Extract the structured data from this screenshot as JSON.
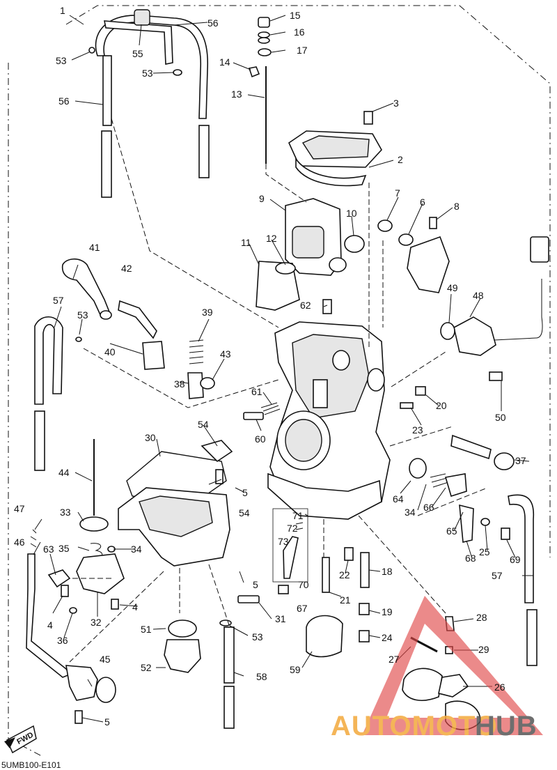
{
  "diagram_code": "5UMB100-E101",
  "direction_badge": "FWD",
  "watermark": {
    "text_a": "AUTOMOTO",
    "text_b": "HUB",
    "color_a": "#f3a93c",
    "color_b": "#555555",
    "triangle_color": "#e04848"
  },
  "callouts": {
    "c1": "1",
    "c2": "2",
    "c3": "3",
    "c4a": "4",
    "c4b": "4",
    "c5a": "5",
    "c5b": "5",
    "c5c": "5",
    "c6": "6",
    "c7": "7",
    "c8": "8",
    "c9": "9",
    "c10": "10",
    "c11": "11",
    "c12": "12",
    "c13": "13",
    "c14": "14",
    "c15": "15",
    "c16": "16",
    "c17": "17",
    "c18": "18",
    "c19": "19",
    "c20": "20",
    "c21": "21",
    "c22": "22",
    "c23": "23",
    "c24": "24",
    "c25": "25",
    "c26": "26",
    "c27": "27",
    "c28": "28",
    "c29": "29",
    "c30": "30",
    "c31": "31",
    "c32": "32",
    "c33": "33",
    "c34a": "34",
    "c34b": "34",
    "c35": "35",
    "c36": "36",
    "c37": "37",
    "c38": "38",
    "c39": "39",
    "c40": "40",
    "c41": "41",
    "c42": "42",
    "c43": "43",
    "c44": "44",
    "c45": "45",
    "c46": "46",
    "c47": "47",
    "c48": "48",
    "c49": "49",
    "c50": "50",
    "c51": "51",
    "c52": "52",
    "c53a": "53",
    "c53b": "53",
    "c53c": "53",
    "c53d": "53",
    "c54a": "54",
    "c54b": "54",
    "c55": "55",
    "c56a": "56",
    "c56b": "56",
    "c57a": "57",
    "c57b": "57",
    "c58": "58",
    "c59": "59",
    "c60": "60",
    "c61": "61",
    "c62": "62",
    "c63": "63",
    "c64": "64",
    "c65": "65",
    "c66": "66",
    "c67": "67",
    "c68": "68",
    "c69": "69",
    "c70": "70",
    "c71": "71",
    "c72": "72",
    "c73": "73"
  }
}
